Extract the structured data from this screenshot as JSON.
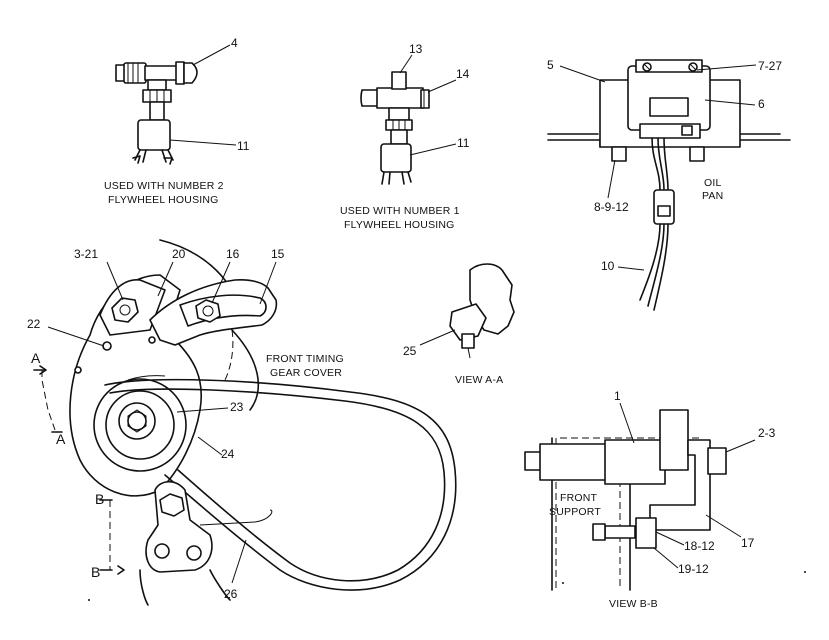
{
  "callouts": {
    "c4": "4",
    "c11a": "11",
    "c13": "13",
    "c14": "14",
    "c11b": "11",
    "c5": "5",
    "c7_27": "7-27",
    "c6": "6",
    "c8_9_12": "8-9-12",
    "c10": "10",
    "c3_21": "3-21",
    "c20": "20",
    "c16": "16",
    "c15": "15",
    "c22": "22",
    "c25": "25",
    "c23": "23",
    "c24": "24",
    "c1": "1",
    "c2_3": "2-3",
    "c17": "17",
    "c18_12": "18-12",
    "c19_12": "19-12",
    "c26": "26"
  },
  "captions": {
    "flywheel2_line1": "USED WITH NUMBER 2",
    "flywheel2_line2": "FLYWHEEL HOUSING",
    "flywheel1_line1": "USED WITH NUMBER 1",
    "flywheel1_line2": "FLYWHEEL HOUSING",
    "oil_line1": "OIL",
    "oil_line2": "PAN",
    "timing_line1": "FRONT TIMING",
    "timing_line2": "GEAR COVER",
    "view_aa": "VIEW A-A",
    "front_line1": "FRONT",
    "front_line2": "SUPPORT",
    "view_bb": "VIEW B-B"
  },
  "section_marks": {
    "a_top": "A",
    "a_bottom": "A",
    "b_top": "B",
    "b_bottom": "B"
  },
  "colors": {
    "ink": "#111111",
    "background": "#ffffff"
  }
}
